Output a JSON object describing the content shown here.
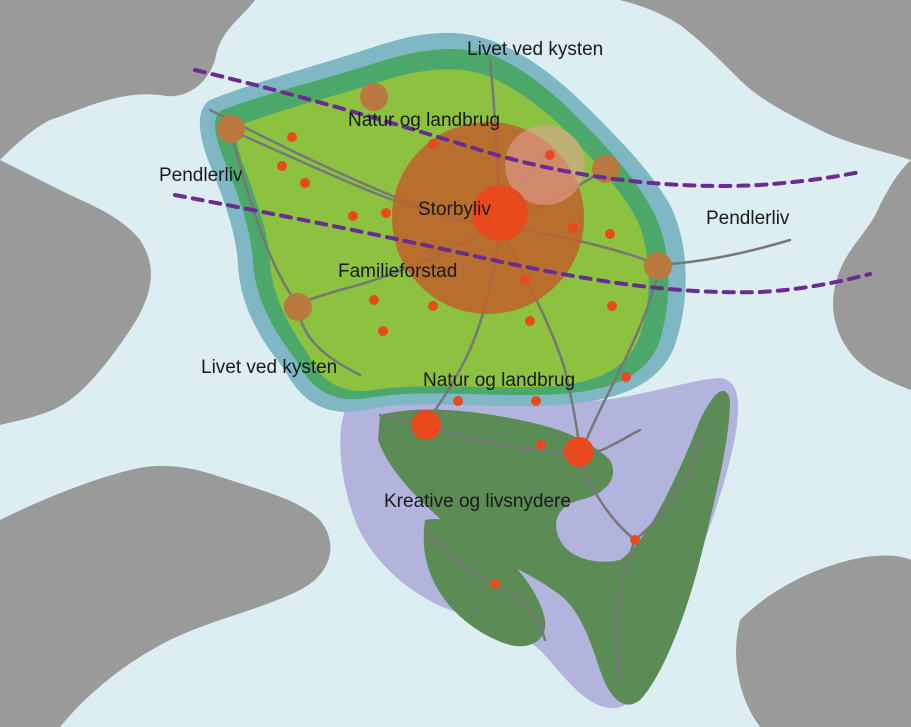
{
  "colors": {
    "sea": "#dceef2",
    "land": "#9a9a9a",
    "coastal_zone": "#7fb8c4",
    "coastal_green": "#4ca86a",
    "agri_green": "#8cc23f",
    "creative_zone": "#b3b4dd",
    "south_land": "#5b8c55",
    "urban_circle": "#c0602a",
    "city_dot": "#e84a1e",
    "town_circle": "#b87840",
    "road": "#777777",
    "commuter_line": "#6a2c91"
  },
  "labels": {
    "coast_north": "Livet ved kysten",
    "nature_north": "Natur og landbrug",
    "commuter_west": "Pendlerliv",
    "city_life": "Storbyliv",
    "commuter_east": "Pendlerliv",
    "family_suburb": "Familieforstad",
    "coast_west": "Livet ved kysten",
    "nature_south": "Natur og landbrug",
    "creative": "Kreative og livsnydere"
  }
}
